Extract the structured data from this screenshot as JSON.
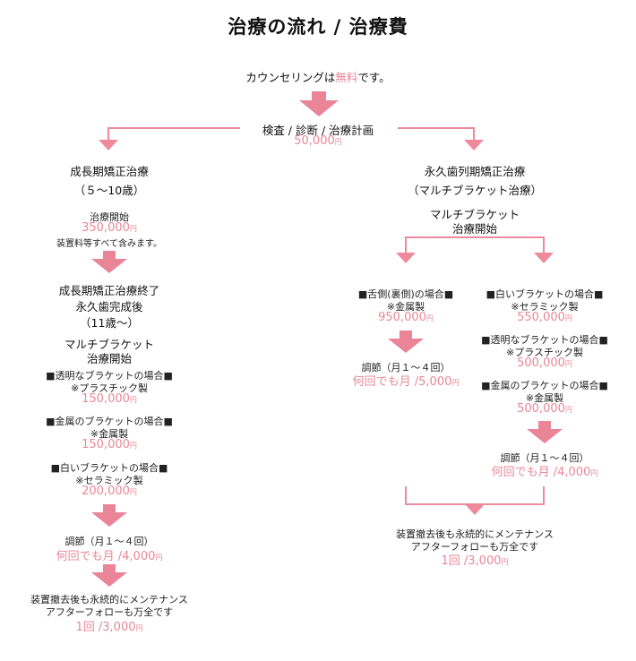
{
  "title": "治療の流れ / 治療費",
  "counseling": {
    "prefix": "カウンセリングは",
    "highlight": "無料",
    "suffix": "です。"
  },
  "exam": {
    "label": "検査 / 診断 / 治療計画",
    "price": "50,000",
    "yen": "円"
  },
  "left": {
    "heading1": "成長期矯正治療",
    "heading2": "（５〜10歳）",
    "start_label": "治療開始",
    "start_price": "350,000",
    "start_note": "装置料等すべて含みます。",
    "end1": "成長期矯正治療終了",
    "end2": "永久歯完成後",
    "end3": "（11歳〜）",
    "multi1": "マルチブラケット",
    "multi2": "治療開始",
    "options": [
      {
        "label": "■透明なブラケットの場合■",
        "material": "※プラスチック製",
        "price": "150,000"
      },
      {
        "label": "■金属のブラケットの場合■",
        "material": "※金属製",
        "price": "150,000"
      },
      {
        "label": "■白いブラケットの場合■",
        "material": "※セラミック製",
        "price": "200,000"
      }
    ],
    "adjust_label": "調節（月１〜４回）",
    "adjust_price": "何回でも月 /4,000",
    "maint1": "装置撤去後も永続的にメンテナンス",
    "maint2": "アフターフォローも万全です",
    "maint_price": "1回 /3,000"
  },
  "right": {
    "heading1": "永久歯列期矯正治療",
    "heading2": "（マルチブラケット治療）",
    "multi1": "マルチブラケット",
    "multi2": "治療開始",
    "lingual": {
      "label": "■舌側(裏側)の場合■",
      "material": "※金属製",
      "price": "950,000"
    },
    "lingual_adjust_label": "調節（月１〜４回）",
    "lingual_adjust_price": "何回でも月 /5,000",
    "options": [
      {
        "label": "■白いブラケットの場合■",
        "material": "※セラミック製",
        "price": "550,000"
      },
      {
        "label": "■透明なブラケットの場合■",
        "material": "※プラスチック製",
        "price": "500,000"
      },
      {
        "label": "■金属のブラケットの場合■",
        "material": "※金属製",
        "price": "500,000"
      }
    ],
    "adjust_label": "調節（月１〜４回）",
    "adjust_price": "何回でも月 /4,000",
    "maint1": "装置撤去後も永続的にメンテナンス",
    "maint2": "アフターフォローも万全です",
    "maint_price": "1回 /3,000"
  },
  "colors": {
    "accent": "#e8879a",
    "arrow": "#e98597",
    "line": "#ee8a9c"
  }
}
